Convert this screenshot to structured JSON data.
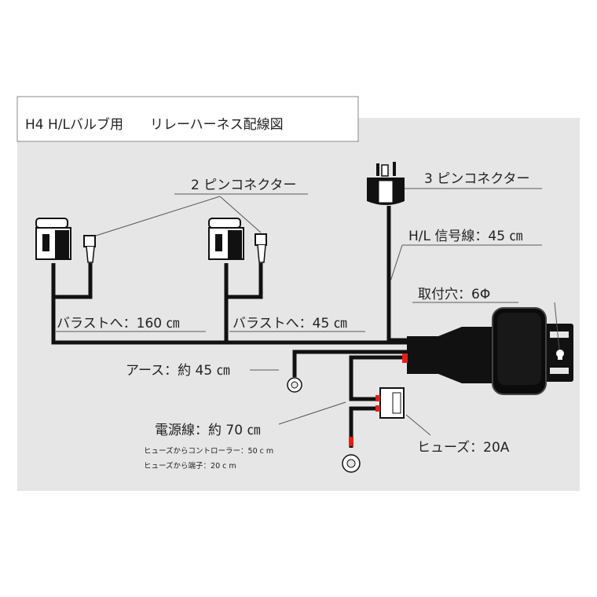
{
  "title": "H4 H/Lバルブ用　　リレーハーネス配線図",
  "labels": {
    "two_pin": "2 ピンコネクター",
    "three_pin": "3 ピンコネクター",
    "hl_signal": "H/L 信号線：45 ㎝",
    "mount_hole": "取付穴：6Φ",
    "ballast_160": "バラストへ：160 ㎝",
    "ballast_45": "バラストへ：45 ㎝",
    "earth": "アース：約 45 ㎝",
    "power": "電源線：約 70 ㎝",
    "fuse_to_controller": "ヒューズからコントローラー：50 c m",
    "fuse_to_terminal": "ヒューズから端子：20 c m",
    "fuse": "ヒューズ：20A"
  },
  "colors": {
    "background": "#e6e6e6",
    "wire": "#111111",
    "accent": "#e0211b"
  }
}
